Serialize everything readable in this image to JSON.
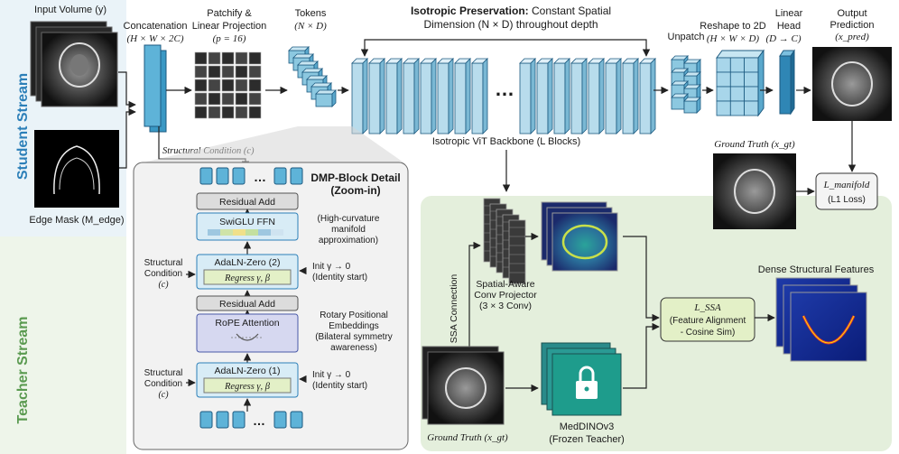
{
  "streams": {
    "student_label": "Student Stream",
    "teacher_label": "Teacher Stream",
    "student_color": "#2c7fb8",
    "teacher_color": "#5a9a50"
  },
  "student": {
    "input_volume": "Input Volume (y)",
    "edge_mask": "Edge Mask (M_edge)",
    "concat_title": "Concatenation",
    "concat_dims": "(H × W × 2C)",
    "patchify_title": "Patchify &",
    "patchify_title2": "Linear Projection",
    "patchify_p": "(p = 16)",
    "tokens_title": "Tokens",
    "tokens_dims": "(N × D)",
    "iso_bold": "Isotropic Preservation:",
    "iso_rest": " Constant Spatial",
    "iso_line2": "Dimension (N × D) throughout depth",
    "backbone_label": "Isotropic ViT Backbone (L Blocks)",
    "unpatch": "Unpatch",
    "reshape_title": "Reshape to 2D",
    "reshape_dims": "(H × W × D)",
    "linear_head": "Linear",
    "linear_head2": "Head",
    "linear_dims": "(D → C)",
    "output_title": "Output",
    "output_title2": "Prediction",
    "output_var": "(x_pred)",
    "ground_truth": "Ground Truth (x_gt)",
    "loss_name": "L_manifold",
    "loss_desc": "(L1 Loss)",
    "structural_condition": "Structural Condition (c)"
  },
  "dmp": {
    "title": "DMP-Block Detail",
    "subtitle": "(Zoom-in)",
    "residual_add": "Residual Add",
    "swiglu": "SwiGLU FFN",
    "swiglu_note": [
      "(High-curvature",
      "manifold",
      "approximation)"
    ],
    "adaln2": "AdaLN-Zero (2)",
    "adaln1": "AdaLN-Zero (1)",
    "regress": "Regress γ, β",
    "init_note": [
      "Init γ → 0",
      "(Identity start)"
    ],
    "rope": "RoPE Attention",
    "rope_note": [
      "Rotary Positional",
      "Embeddings",
      "(Bilateral symmetry",
      "awareness)"
    ],
    "struct_cond": [
      "Structural",
      "Condition",
      "(c)"
    ]
  },
  "teacher": {
    "ssa_connection": "SSA Connection",
    "projector": [
      "Spatial-Aware",
      "Conv Projector",
      "(3 × 3 Conv)"
    ],
    "loss_name": "L_SSA",
    "loss_desc": [
      "(Feature Alignment",
      "- Cosine Sim)"
    ],
    "dense_features": "Dense Structural Features",
    "medDINO": "MedDINOv3",
    "frozen": "(Frozen Teacher)",
    "ground_truth": "Ground Truth (x_gt)"
  }
}
